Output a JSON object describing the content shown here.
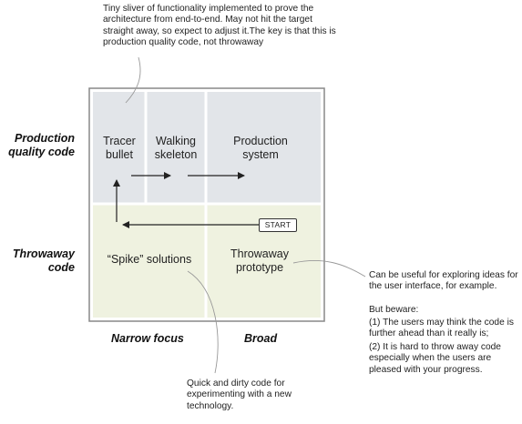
{
  "callouts": {
    "top_note": "Tiny sliver of functionality implemented to prove the architecture from end-to-end. May not hit the target straight away, so expect to adjust it.The key is that this is production quality code, not throwaway",
    "right_note_1": "Can be useful for exploring ideas for the user interface, for example.",
    "right_note_beware": "But beware:",
    "right_note_2": "(1) The users may think the code is further ahead than it really is;",
    "right_note_3": "(2) It is hard to throw away code especially when the users are pleased with your progress.",
    "bottom_note": "Quick and dirty code for experimenting with a new technology."
  },
  "row_labels": {
    "production": "Production quality code",
    "throwaway": "Throwaway code"
  },
  "col_labels": {
    "narrow": "Narrow focus",
    "broad": "Broad"
  },
  "cells": {
    "tracer": "Tracer bullet",
    "walking": "Walking skeleton",
    "production_system": "Production system",
    "spike": "“Spike” solutions",
    "throwaway_prototype": "Throwaway prototype"
  },
  "start_label": "START",
  "colors": {
    "production_fill": "#e2e5e9",
    "throwaway_fill": "#eff2e0",
    "border": "#888888",
    "arrow": "#222222",
    "leader": "#999999"
  }
}
